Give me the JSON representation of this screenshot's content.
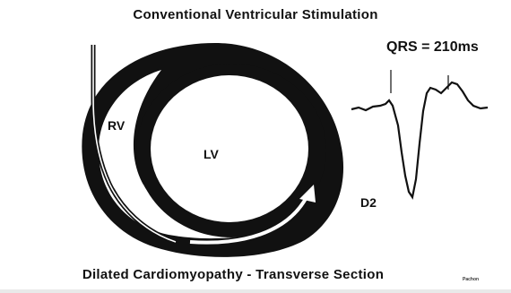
{
  "title": "Conventional Ventricular Stimulation",
  "caption": "Dilated Cardiomyopathy - Transverse Section",
  "credit": "Pachon",
  "diagram": {
    "rv_label": "RV",
    "lv_label": "LV"
  },
  "ecg": {
    "qrs_label": "QRS = 210ms",
    "lead_label": "D2"
  },
  "colors": {
    "ink": "#111111",
    "background": "#ffffff"
  },
  "icons": [
    "pacing-lead",
    "activation-arrow"
  ]
}
